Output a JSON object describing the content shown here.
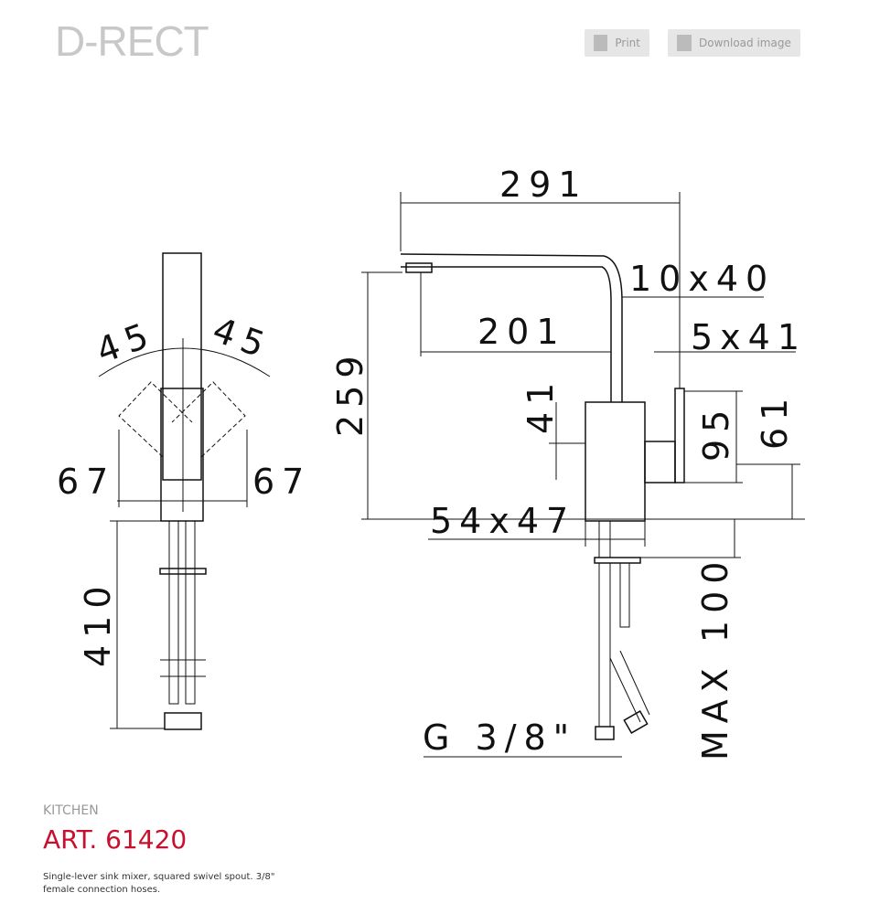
{
  "header": {
    "brand": "D-RECT",
    "print_label": "Print",
    "download_label": "Download image"
  },
  "drawing": {
    "dims": {
      "a45l": "45",
      "a45r": "45",
      "deg": "°",
      "w67l": "67",
      "w67r": "67",
      "h410": "410",
      "w291": "291",
      "s10x40": "10x40",
      "w201": "201",
      "s5x41": "5x41",
      "h259": "259",
      "d41": "41",
      "h95": "95",
      "h61": "61",
      "s54x47": "54x47",
      "max100": "MAX 100",
      "g38": "G 3/8\""
    }
  },
  "product": {
    "category": "KITCHEN",
    "article": "ART. 61420",
    "description": "Single-lever sink mixer, squared swivel spout. 3/8\" female connection hoses."
  }
}
